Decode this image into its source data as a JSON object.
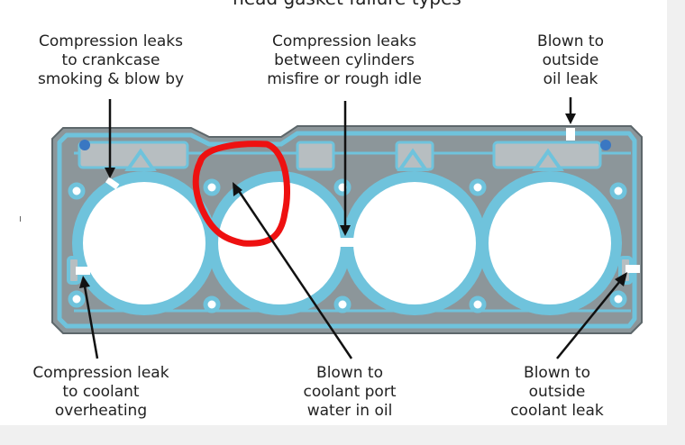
{
  "title": "head gasket failure types",
  "labels": {
    "top_left": [
      "Compression leaks",
      "to crankcase",
      "smoking & blow by"
    ],
    "top_center": [
      "Compression leaks",
      "between cylinders",
      "misfire or rough idle"
    ],
    "top_right": [
      "Blown to",
      "outside",
      "oil leak"
    ],
    "bottom_left": [
      "Compression leak",
      "to coolant",
      "overheating"
    ],
    "bottom_center": [
      "Blown to",
      "coolant port",
      "water in oil"
    ],
    "bottom_right": [
      "Blown to",
      "outside",
      "coolant leak"
    ]
  },
  "colors": {
    "gasket_body": "#8c969a",
    "gasket_edge": "#5d676b",
    "seal_bead": "#6fc3dc",
    "bore": "#ffffff",
    "highlight": "#ee1111",
    "arrow": "#111111"
  }
}
